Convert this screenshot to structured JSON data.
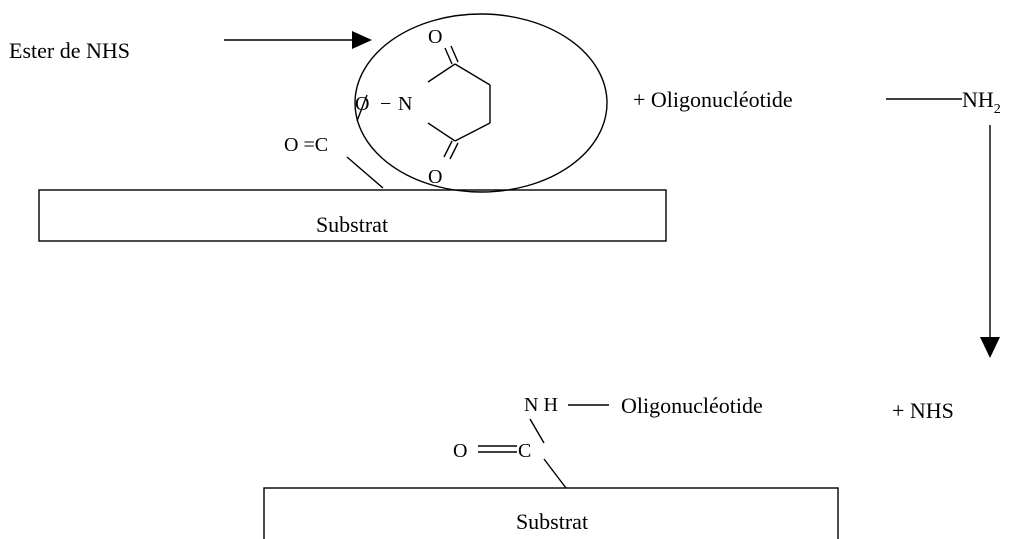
{
  "top": {
    "ester_label": "Ester de NHS",
    "atom_o_top": "O",
    "atom_o_ester": "O",
    "bond_o_n": "−",
    "atom_n": "N",
    "atom_o_bottom": "O",
    "carbonyl": "O =C",
    "substrate": "Substrat"
  },
  "reagent": {
    "plus_oligo": "+ Oligonucléotide",
    "nh": "NH",
    "nh_sub": "2"
  },
  "product": {
    "nh": "N H",
    "oligo": "Oligonucléotide",
    "byproduct": "+ NHS",
    "carbonyl_o": "O",
    "carbonyl_c": "C",
    "substrate": "Substrat"
  }
}
